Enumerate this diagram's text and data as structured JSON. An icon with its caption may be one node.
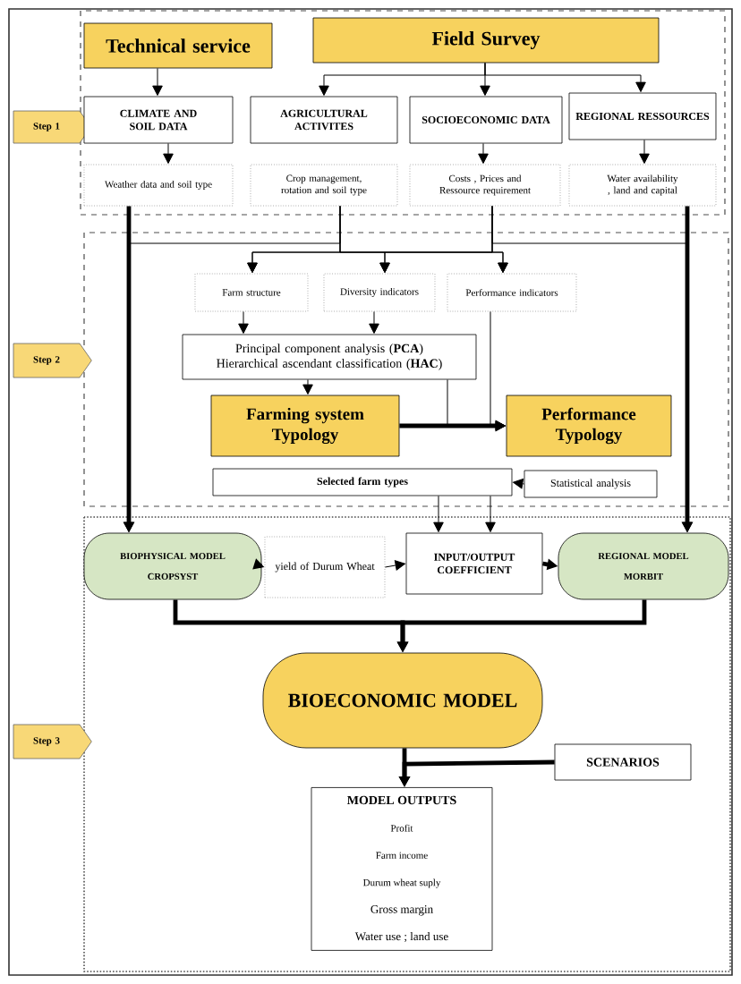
{
  "diagram": {
    "nodes": [
      {
        "text": [
          "Step 1"
        ]
      },
      {
        "text": [
          "Technical service"
        ]
      },
      {
        "text": [
          "Field Survey"
        ]
      },
      {
        "text": [
          "CLIMATE AND SOIL DATA"
        ]
      },
      {
        "text": [
          "AGRICULTURAL ACTIVITES"
        ]
      },
      {
        "text": [
          "SOCIOECONOMIC DATA"
        ]
      },
      {
        "text": [
          "REGIONAL RESSOURCES"
        ]
      },
      {
        "text": [
          "Weather data and soil type"
        ]
      },
      {
        "text": [
          "Crop management, rotation and soil type"
        ]
      },
      {
        "text": [
          "Costs , Prices and Ressource requirement"
        ]
      },
      {
        "text": [
          "Water availability , land and capital"
        ]
      },
      {
        "text": [
          "Step 2"
        ]
      },
      {
        "text": [
          "Farm structure"
        ]
      },
      {
        "text": [
          "Diversity indicators"
        ]
      },
      {
        "text": [
          "Performance indicators"
        ]
      },
      {
        "text": [
          "Principal component analysis (**PCA**)",
          "Hierarchical ascendant classification (**HAC**)"
        ]
      },
      {
        "text": [
          "Farming system Typology"
        ]
      },
      {
        "text": [
          "Performance Typology"
        ]
      },
      {
        "text": [
          "Selected farm types"
        ]
      },
      {
        "text": [
          "Statistical analysis"
        ]
      },
      {
        "text": [
          "BIOPHYSICAL MODEL",
          "CROPSYST"
        ]
      },
      {
        "text": [
          "yield of Durum Wheat"
        ]
      },
      {
        "text": [
          "INPUT/OUTPUT COEFFICIENT"
        ]
      },
      {
        "text": [
          "REGIONAL MODEL",
          "MORBIT"
        ]
      },
      {
        "text": [
          "Step 3"
        ]
      },
      {
        "text": [
          "BIOECONOMIC MODEL"
        ]
      },
      {
        "text": [
          "SCENARIOS"
        ]
      },
      {
        "text": [
          "MODEL OUTPUTS",
          "Profit",
          "Farm income",
          "Durum wheat suply",
          "Gross margin",
          "Water use ; land use"
        ]
      }
    ],
    "edges": [
      {
        "from": 1,
        "to": 3,
        "arrow": "to"
      },
      {
        "from": 2,
        "to": 4,
        "arrow": "to"
      },
      {
        "from": 2,
        "to": 5,
        "arrow": "to"
      },
      {
        "from": 2,
        "to": 6,
        "arrow": "to"
      },
      {
        "from": 3,
        "to": 7,
        "arrow": "to"
      },
      {
        "from": 5,
        "to": 9,
        "arrow": "to"
      },
      {
        "from": 6,
        "to": 10,
        "arrow": "to"
      },
      {
        "from": 7,
        "to": 20,
        "arrow": "to",
        "style": "thick"
      },
      {
        "from": 8,
        "to": 20,
        "arrow": "to"
      },
      {
        "from": 9,
        "to": 23,
        "arrow": "to"
      },
      {
        "from": 10,
        "to": 23,
        "arrow": "to",
        "style": "thick"
      },
      {
        "from": 8,
        "to": 12,
        "arrow": "to"
      },
      {
        "from": 8,
        "to": 13,
        "arrow": "to"
      },
      {
        "from": 8,
        "to": 14,
        "arrow": "to"
      },
      {
        "from": 9,
        "to": 12,
        "arrow": "to"
      },
      {
        "from": 9,
        "to": 13,
        "arrow": "to"
      },
      {
        "from": 9,
        "to": 14,
        "arrow": "to"
      },
      {
        "from": 12,
        "to": 15,
        "arrow": "to"
      },
      {
        "from": 13,
        "to": 15,
        "arrow": "to"
      },
      {
        "from": 15,
        "to": 16,
        "arrow": "to"
      },
      {
        "from": 15,
        "to": 17,
        "arrow": "to"
      },
      {
        "from": 14,
        "to": 17,
        "arrow": "to"
      },
      {
        "from": 16,
        "to": 17,
        "arrow": "to",
        "style": "thick"
      },
      {
        "from": 19,
        "to": 18,
        "arrow": "to"
      },
      {
        "from": 18,
        "to": 22,
        "arrow": "to"
      },
      {
        "from": 18,
        "to": 22,
        "arrow": "to"
      },
      {
        "from": 20,
        "to": 21,
        "arrow": "to",
        "style": "thick"
      },
      {
        "from": 21,
        "to": 22,
        "arrow": "to"
      },
      {
        "from": 22,
        "to": 23,
        "arrow": "to",
        "style": "thick"
      },
      {
        "from": 20,
        "to": 25,
        "arrow": "to",
        "style": "thick"
      },
      {
        "from": 23,
        "to": 25,
        "arrow": "to",
        "style": "thick"
      },
      {
        "from": 25,
        "to": 27,
        "arrow": "to",
        "style": "thick"
      },
      {
        "from": 26,
        "to": 27,
        "arrow": "to",
        "style": "thick"
      }
    ]
  }
}
